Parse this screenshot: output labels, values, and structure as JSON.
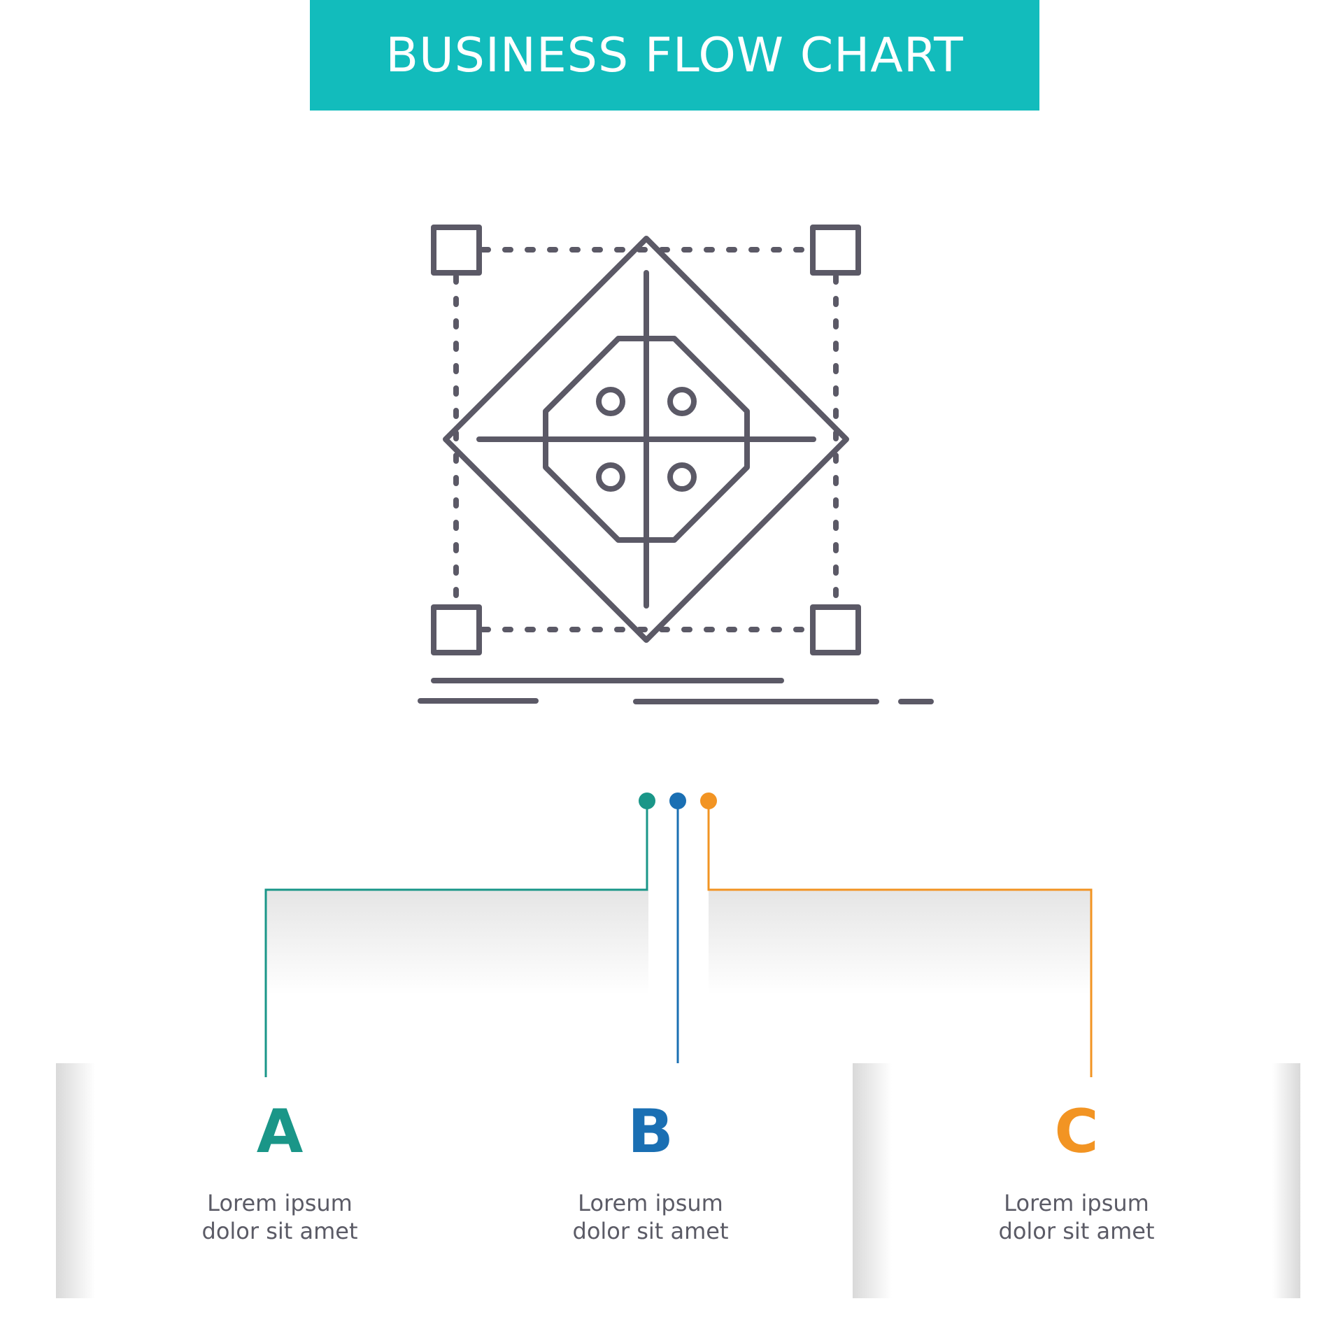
{
  "header": {
    "title": "BUSINESS FLOW CHART"
  },
  "colors": {
    "header_bg": "#12BCBC",
    "icon_stroke": "#5B5966",
    "step_a": "#1A9688",
    "step_b": "#1A6FB3",
    "step_c": "#F29423"
  },
  "icon": {
    "name": "alignment-grid-icon"
  },
  "steps": [
    {
      "letter": "A",
      "line1": "Lorem ipsum",
      "line2": "dolor sit amet"
    },
    {
      "letter": "B",
      "line1": "Lorem ipsum",
      "line2": "dolor sit amet"
    },
    {
      "letter": "C",
      "line1": "Lorem ipsum",
      "line2": "dolor sit amet"
    }
  ]
}
